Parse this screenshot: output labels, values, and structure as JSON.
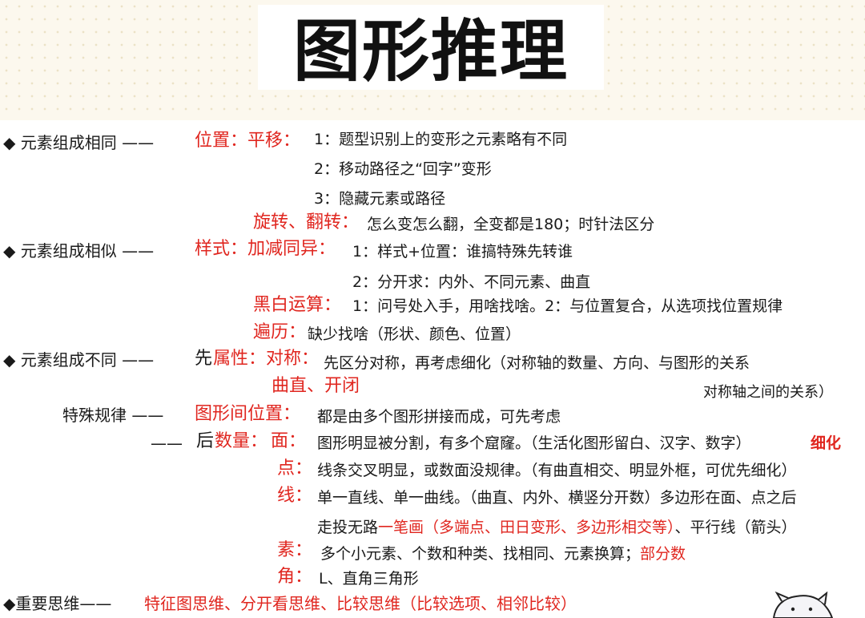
{
  "title": "图形推理",
  "sections": {
    "same": {
      "label": "◆ 元素组成相同 ——",
      "position_key": "位置：平移：",
      "translate_items": [
        "1：题型识别上的变形之元素略有不同",
        "2：移动路径之“回字”变形",
        "3：隐藏元素或路径"
      ],
      "rotate_key": "旋转、翻转：",
      "rotate_text": "怎么变怎么翻，全变都是180；时针法区分"
    },
    "similar": {
      "label": "◆ 元素组成相似 ——",
      "style_key": "样式：加减同异：",
      "style_items": [
        "1：样式+位置：谁搞特殊先转谁",
        "2：分开求：内外、不同元素、曲直"
      ],
      "bw_key": "黑白运算：",
      "bw_text": "1：问号处入手，用啥找啥。2：与位置复合，从选项找位置规律",
      "traverse_key": "遍历：",
      "traverse_text": "缺少找啥（形状、颜色、位置）"
    },
    "different": {
      "label": "◆ 元素组成不同 ——",
      "first": "先",
      "attr_key": "属性：对称：",
      "attr_text": "先区分对称，再考虑细化（对称轴的数量、方向、与图形的关系",
      "attr_sub": "曲直、开闭",
      "attr_note": "对称轴之间的关系）"
    },
    "special": {
      "label": "特殊规律 ——",
      "inter_key": "图形间位置：",
      "inter_text": "都是由多个图形拼接而成，可先考虑",
      "dash": "——",
      "later": "后",
      "quantity_key": "数量：",
      "face_key": "面：",
      "face_text": "图形明显被分割，有多个窟窿。（生活化图形留白、汉字、数字）",
      "face_red": "细化",
      "point_key": "点：",
      "point_text": "线条交叉明显，或数面没规律。（有曲直相交、明显外框，可优先细化）",
      "line_key": "线：",
      "line_text1": "单一直线、单一曲线。（曲直、内外、横竖分开数）多边形在面、点之后",
      "line_text2a": "走投无路",
      "line_text2_red": "一笔画（多端点、田日变形、多边形相交等）",
      "line_text2b": "、平行线（箭头）",
      "element_key": "素：",
      "element_text": "多个小元素、个数和种类、找相同、元素换算；",
      "element_red": "部分数",
      "angle_key": "角：",
      "angle_text": "L、直角三角形"
    },
    "thinking": {
      "label": "◆重要思维——",
      "text": "特征图思维、分开看思维、比较思维（比较选项、相邻比较）"
    }
  },
  "colors": {
    "accent": "#e0261f",
    "text": "#1a1a1a",
    "header_bg": "#fcf8ee"
  }
}
